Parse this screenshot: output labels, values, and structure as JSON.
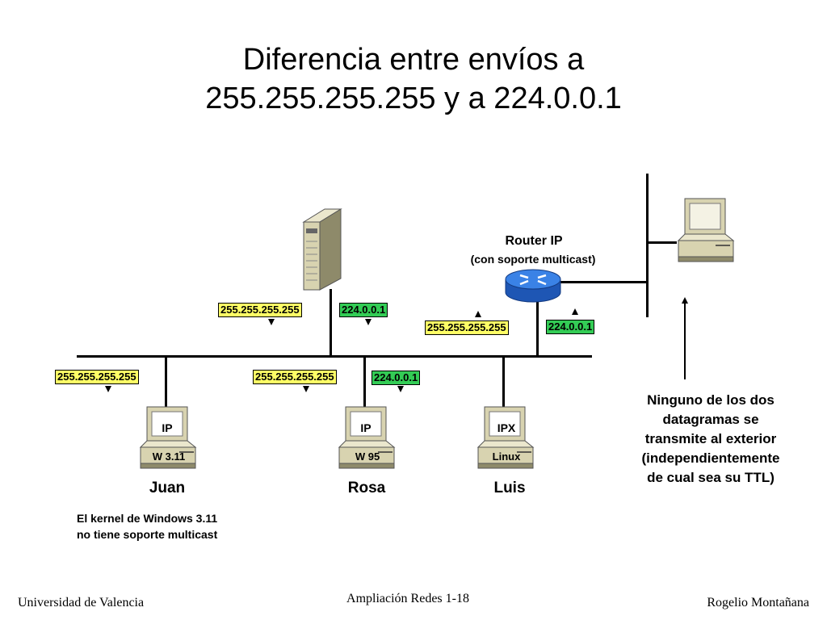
{
  "title": {
    "line1": "Diferencia entre envíos a",
    "line2": "255.255.255.255 y a 224.0.0.1"
  },
  "router": {
    "label": "Router IP",
    "sublabel": "(con soporte multicast)"
  },
  "server_labels": {
    "broadcast": "255.255.255.255",
    "multicast": "224.0.0.1"
  },
  "router_labels": {
    "broadcast": "255.255.255.255",
    "multicast": "224.0.0.1"
  },
  "hosts": [
    {
      "name": "Juan",
      "protocol": "IP",
      "os": "W 3.11",
      "broadcast": "255.255.255.255"
    },
    {
      "name": "Rosa",
      "protocol": "IP",
      "os": "W 95",
      "broadcast": "255.255.255.255",
      "multicast": "224.0.0.1"
    },
    {
      "name": "Luis",
      "protocol": "IPX",
      "os": "Linux"
    }
  ],
  "note_juan": {
    "line1": "El kernel de Windows 3.11",
    "line2": "no tiene soporte multicast"
  },
  "note_exterior": {
    "line1": "Ninguno de los dos",
    "line2": "datagramas se",
    "line3": "transmite al exterior",
    "line4": "(independientemente",
    "line5": "de cual sea su TTL)"
  },
  "footer": {
    "left": "Universidad de Valencia",
    "center": "Ampliación Redes 1-18",
    "right": "Rogelio Montañana"
  },
  "colors": {
    "broadcast_tag": "#ffff66",
    "multicast_tag": "#33cc55",
    "router_blue": "#2f6fd6",
    "device_beige": "#d8d3b0"
  },
  "icons": [
    "server-icon",
    "router-icon",
    "workstation-icon",
    "external-computer-icon"
  ]
}
